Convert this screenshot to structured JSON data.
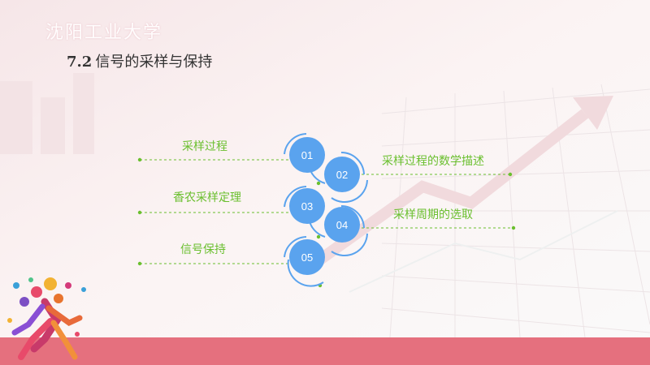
{
  "header": {
    "watermark": "沈阳工业大学"
  },
  "slide": {
    "number": "7.2",
    "title": "信号的采样与保持"
  },
  "topics": [
    {
      "num": "01",
      "label": "采样过程"
    },
    {
      "num": "02",
      "label": "采样过程的数学描述"
    },
    {
      "num": "03",
      "label": "香农采样定理"
    },
    {
      "num": "04",
      "label": "采样周期的选取"
    },
    {
      "num": "05",
      "label": "信号保持"
    }
  ],
  "colors": {
    "accent": "#5aa3ee",
    "label": "#6abf2e",
    "band": "#e5707e"
  }
}
